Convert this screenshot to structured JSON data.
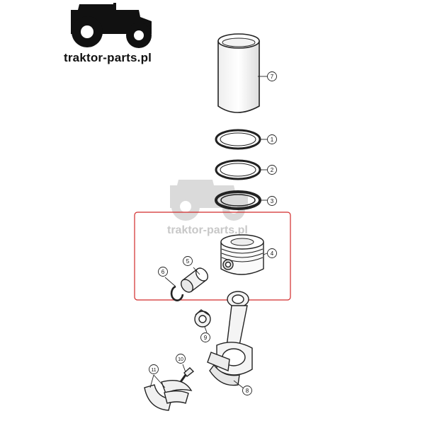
{
  "logo": {
    "text": "traktor-parts.pl",
    "color": "#111111"
  },
  "watermark": {
    "text": "traktor-parts.pl",
    "color": "#c8c8c8"
  },
  "highlight": {
    "color": "#d22a2a"
  },
  "callouts": [
    "7",
    "1",
    "2",
    "3",
    "4",
    "5",
    "6",
    "9",
    "10",
    "11",
    "8"
  ]
}
